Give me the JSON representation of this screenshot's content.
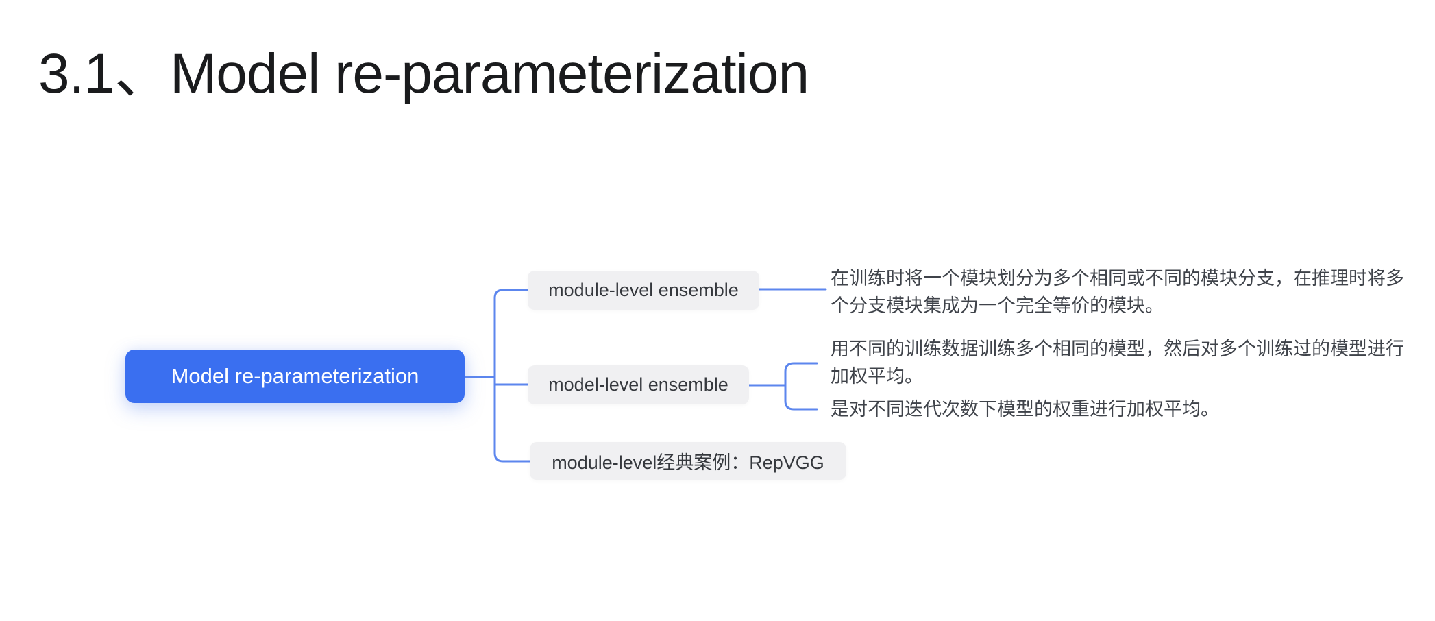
{
  "title": "3.1、Model re-parameterization",
  "mindmap": {
    "root": {
      "label": "Model re-parameterization",
      "bg": "#3a6ff0",
      "text_color": "#ffffff"
    },
    "children": [
      {
        "label": "module-level ensemble",
        "notes": [
          "在训练时将一个模块划分为多个相同或不同的模块分支，在推理时将多\n个分支模块集成为一个完全等价的模块。"
        ]
      },
      {
        "label": "model-level ensemble",
        "notes": [
          "用不同的训练数据训练多个相同的模型，然后对多个训练过的模型进行\n加权平均。",
          "是对不同迭代次数下模型的权重进行加权平均。"
        ]
      },
      {
        "label": "module-level经典案例：RepVGG",
        "notes": []
      }
    ],
    "colors": {
      "connector": "#5c86ee",
      "child_bg": "#f0f0f2",
      "child_text": "#35383d",
      "note_text": "#3f434a",
      "root_bg": "#3a6ff0",
      "title_text": "#1a1b1d"
    }
  }
}
